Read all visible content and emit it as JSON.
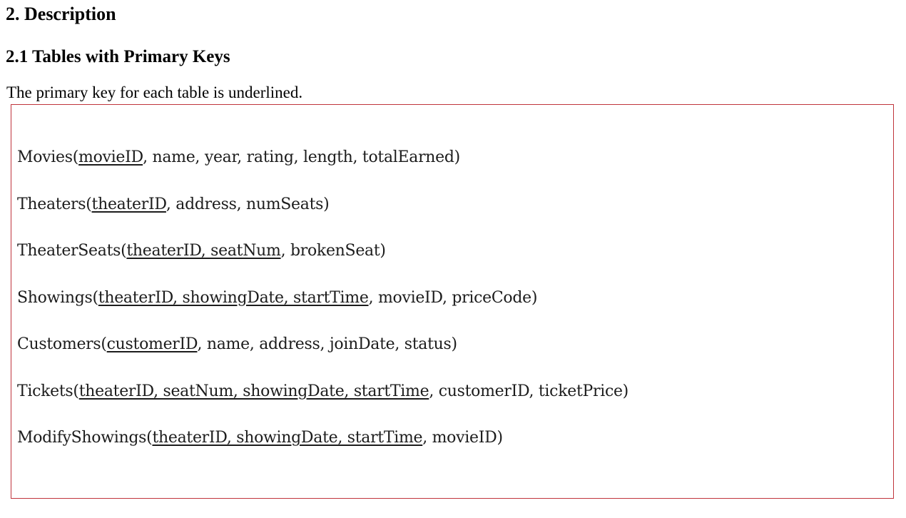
{
  "document": {
    "section_heading": "2. Description",
    "subsection_heading": "2.1 Tables with Primary Keys",
    "intro_text": "The primary key for each table is underlined.",
    "box_border_color": "#c0343c",
    "schemas": [
      {
        "prefix": "Movies(",
        "primary_key": "movieID",
        "suffix": ", name, year, rating, length, totalEarned)"
      },
      {
        "prefix": "Theaters(",
        "primary_key": "theaterID",
        "suffix": ", address, numSeats)"
      },
      {
        "prefix": "TheaterSeats(",
        "primary_key": "theaterID, seatNum",
        "suffix": ", brokenSeat)"
      },
      {
        "prefix": "Showings(",
        "primary_key": "theaterID, showingDate, startTime",
        "suffix": ", movieID, priceCode)"
      },
      {
        "prefix": "Customers(",
        "primary_key": "customerID",
        "suffix": ", name, address, joinDate, status)"
      },
      {
        "prefix": "Tickets(",
        "primary_key": "theaterID, seatNum, showingDate, startTime",
        "suffix": ", customerID, ticketPrice)"
      },
      {
        "prefix": "ModifyShowings(",
        "primary_key": "theaterID, showingDate, startTime",
        "suffix": ", movieID)"
      }
    ]
  }
}
